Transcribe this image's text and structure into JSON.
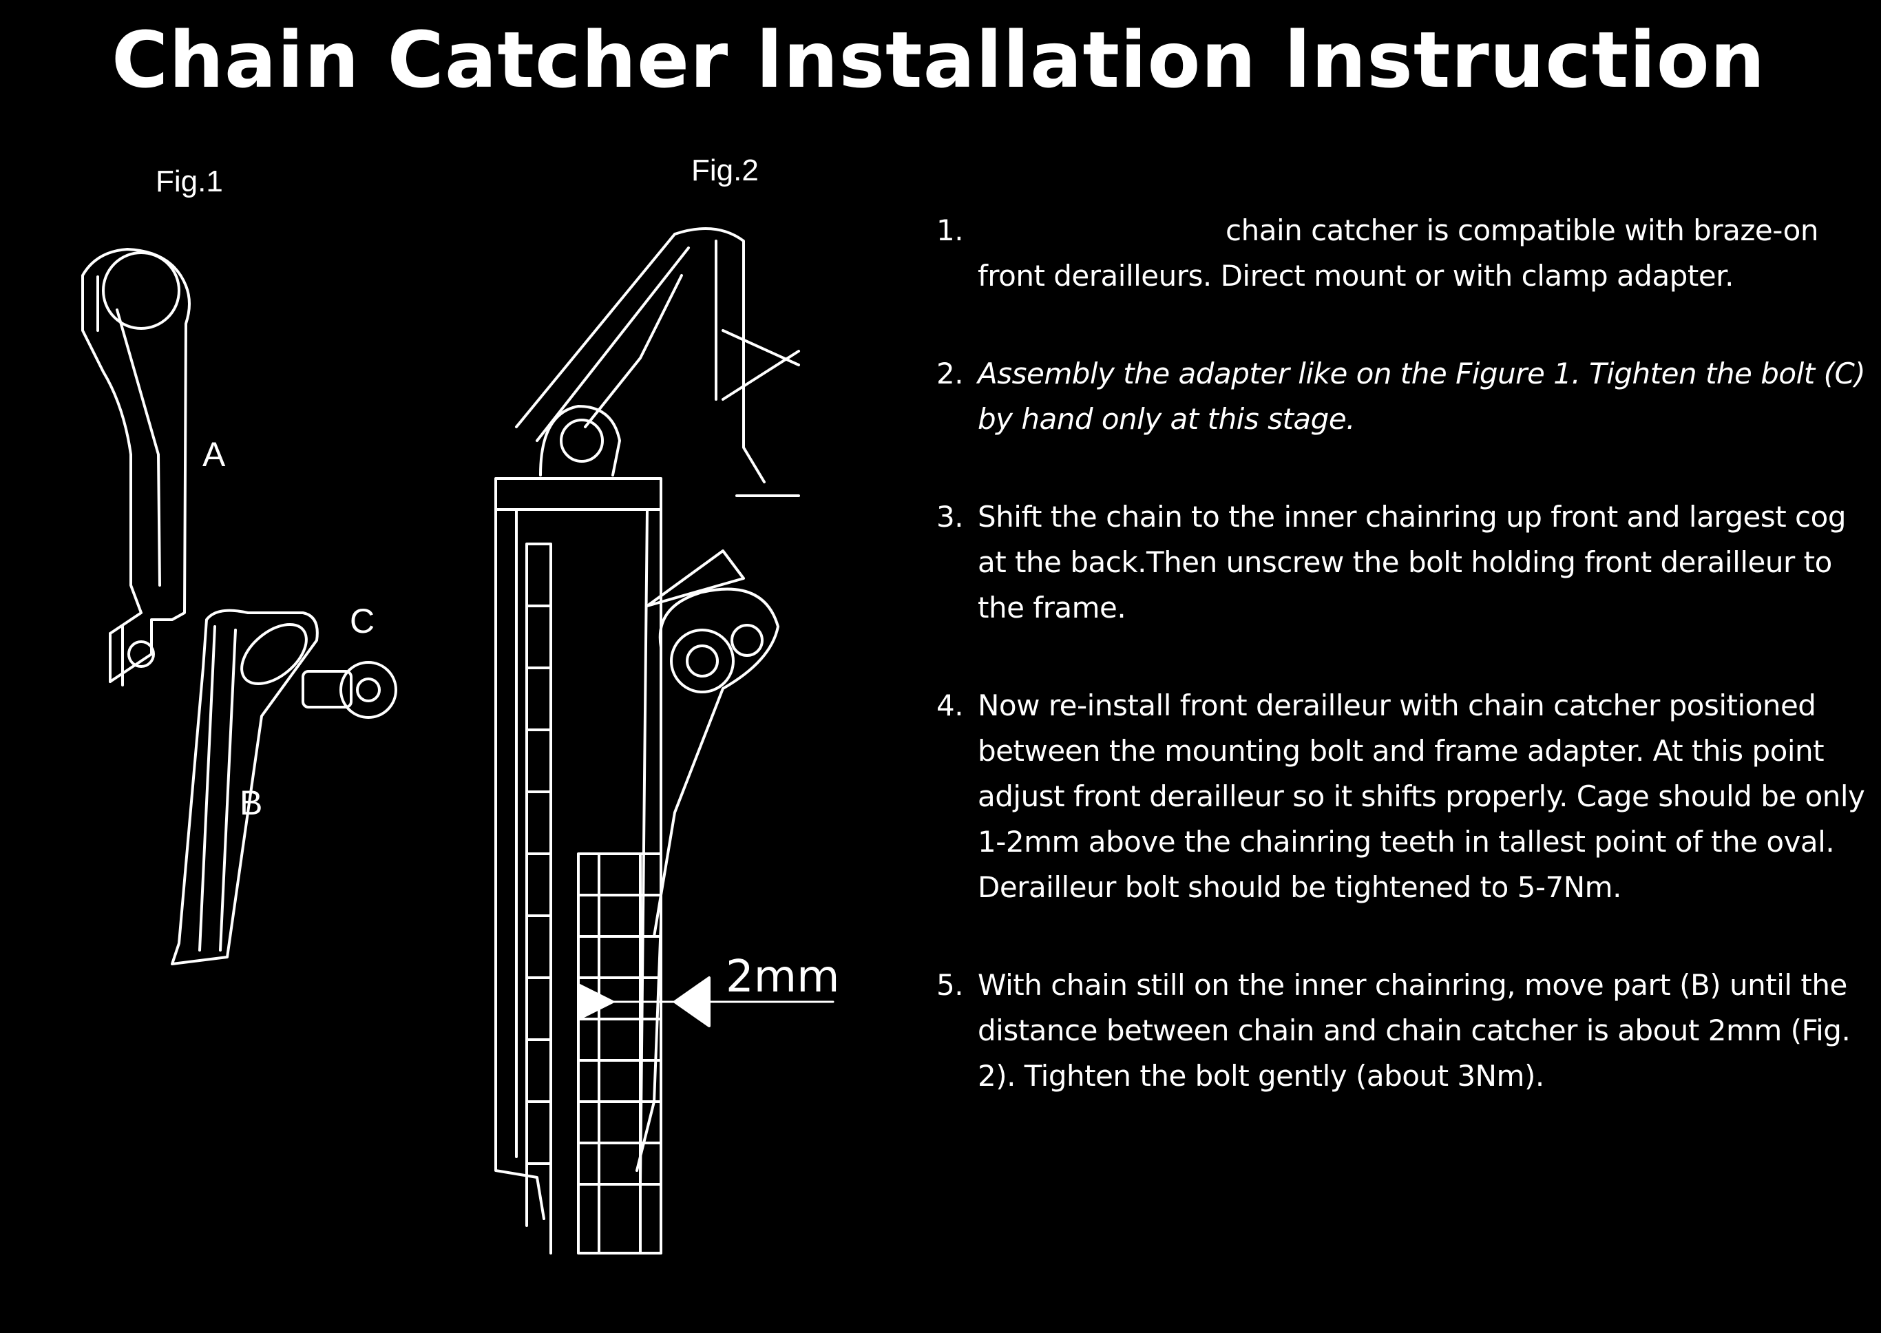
{
  "title": "Chain Catcher lnstallation lnstruction",
  "figures": {
    "fig1": {
      "label": "Fig.1",
      "parts": {
        "a": "A",
        "b": "B",
        "c": "C"
      }
    },
    "fig2": {
      "label": "Fig.2",
      "gap_label": "2mm"
    }
  },
  "steps": [
    {
      "num": "1.",
      "text": "chain catcher is compatible with braze-on front derailleurs. Direct mount or with clamp adapter."
    },
    {
      "num": "2.",
      "text": "Assembly the adapter like on the Figure 1. Tighten the bolt (C) by hand only at this stage."
    },
    {
      "num": "3.",
      "text": "Shift the chain to the inner chainring up front and largest cog at the back.Then unscrew the bolt holding front derailleur to the frame."
    },
    {
      "num": "4.",
      "text": "Now re-install front derailleur with chain catcher positioned between the mounting bolt and frame adapter. At this point adjust front derailleur so it shifts properly. Cage should be only 1-2mm above the chainring teeth in tallest point of the oval. Derailleur bolt should be tightened to 5-7Nm."
    },
    {
      "num": "5.",
      "text": "With chain still on the inner chainring, move part (B) until the distance between chain and chain catcher is about 2mm (Fig. 2). Tighten the bolt gently (about 3Nm)."
    }
  ],
  "colors": {
    "background": "#000000",
    "foreground": "#ffffff"
  }
}
